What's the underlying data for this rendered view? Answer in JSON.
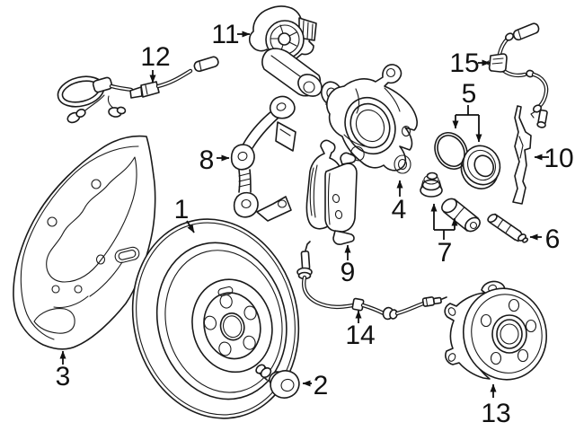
{
  "diagram": {
    "background_color": "#ffffff",
    "line_color": "#1a1a1a",
    "callouts": [
      {
        "number": "1"
      },
      {
        "number": "2"
      },
      {
        "number": "3"
      },
      {
        "number": "4"
      },
      {
        "number": "5"
      },
      {
        "number": "6"
      },
      {
        "number": "7"
      },
      {
        "number": "8"
      },
      {
        "number": "9"
      },
      {
        "number": "10"
      },
      {
        "number": "11"
      },
      {
        "number": "12"
      },
      {
        "number": "13"
      },
      {
        "number": "14"
      },
      {
        "number": "15"
      }
    ]
  }
}
